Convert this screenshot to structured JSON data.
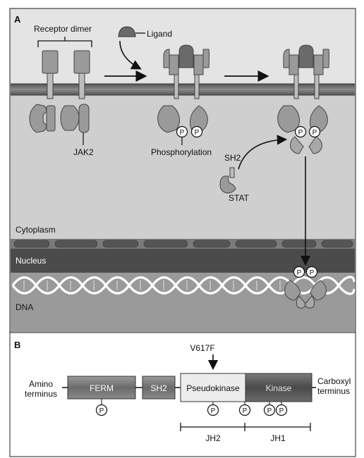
{
  "panel_a": {
    "letter": "A",
    "receptor_dimer": "Receptor dimer",
    "ligand": "Ligand",
    "jak2": "JAK2",
    "phosphorylation": "Phosphorylation",
    "sh2": "SH2",
    "stat": "STAT",
    "cytoplasm": "Cytoplasm",
    "nucleus": "Nucleus",
    "dna": "DNA",
    "p": "P"
  },
  "panel_b": {
    "letter": "B",
    "mutation": "V617F",
    "amino_terminus": [
      "Amino",
      "terminus"
    ],
    "carboxyl_terminus": [
      "Carboxyl",
      "terminus"
    ],
    "domains": {
      "ferm": "FERM",
      "sh2": "SH2",
      "pseudokinase": "Pseudokinase",
      "kinase": "Kinase"
    },
    "p": "P",
    "jh2": "JH2",
    "jh1": "JH1"
  },
  "colors": {
    "background_a": "#d9d9d9",
    "membrane": "#6f6f6f",
    "nucleus_band": "#4b4b4b",
    "dna_zone": "#8c8c8c",
    "protein_gray": "#9a9a9a",
    "ligand_dark": "#6a6a6a",
    "kinase_dark": "#5a5a5a",
    "pseudokinase_light": "#e8e8e8"
  }
}
